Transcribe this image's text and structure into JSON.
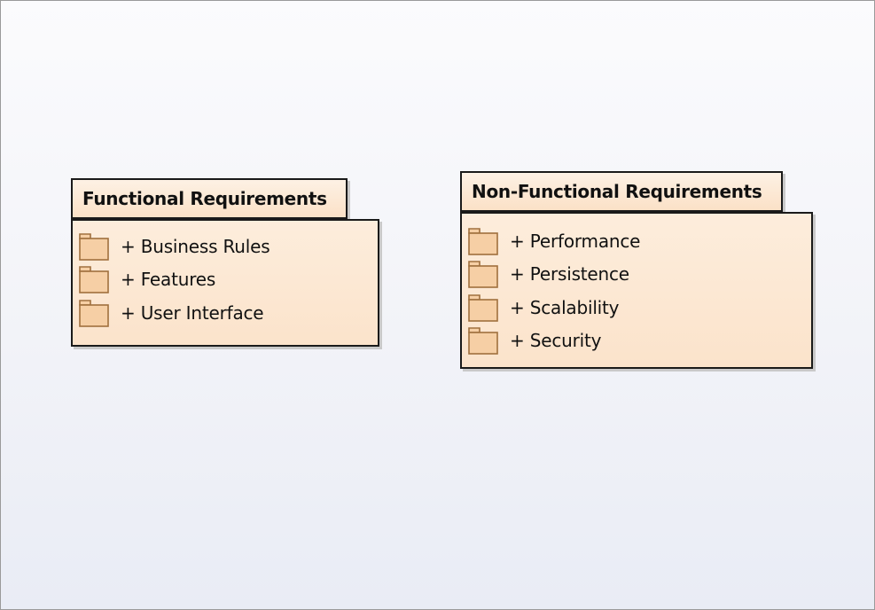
{
  "packages": [
    {
      "title": "Functional Requirements",
      "items": [
        "+ Business Rules",
        "+ Features",
        "+ User Interface"
      ]
    },
    {
      "title": "Non-Functional Requirements",
      "items": [
        "+ Performance",
        "+ Persistence",
        "+ Scalability",
        "+ Security"
      ]
    }
  ]
}
